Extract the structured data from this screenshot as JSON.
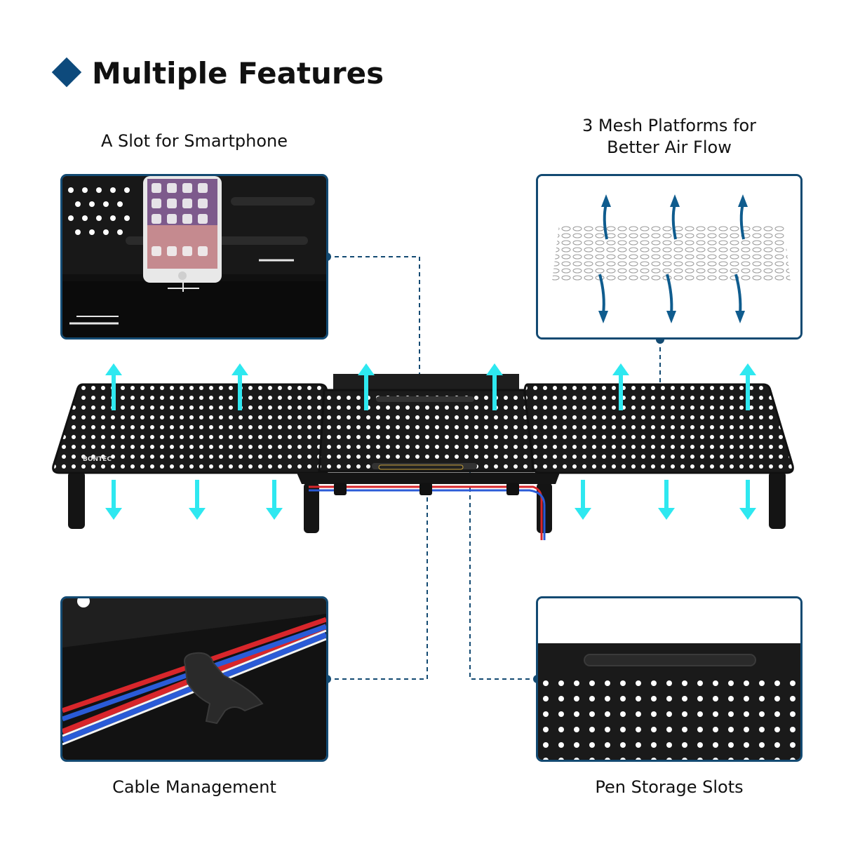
{
  "header": {
    "title": "Multiple Features",
    "bullet_icon": "diamond-icon"
  },
  "features": {
    "smartphone": {
      "caption": "A Slot for Smartphone"
    },
    "mesh": {
      "caption_line1": "3 Mesh Platforms for",
      "caption_line2": "Better Air Flow"
    },
    "cable": {
      "caption": "Cable Management"
    },
    "pen": {
      "caption": "Pen Storage Slots"
    }
  },
  "product": {
    "brand_label": "BONTEC"
  },
  "colors": {
    "accent": "#134a72",
    "airflow_arrow": "#0f5c8e",
    "cyan_arrow": "#2ee8f0",
    "cable_red": "#d8262b",
    "cable_blue": "#2a5bd7",
    "platform": "#1a1a1a"
  }
}
